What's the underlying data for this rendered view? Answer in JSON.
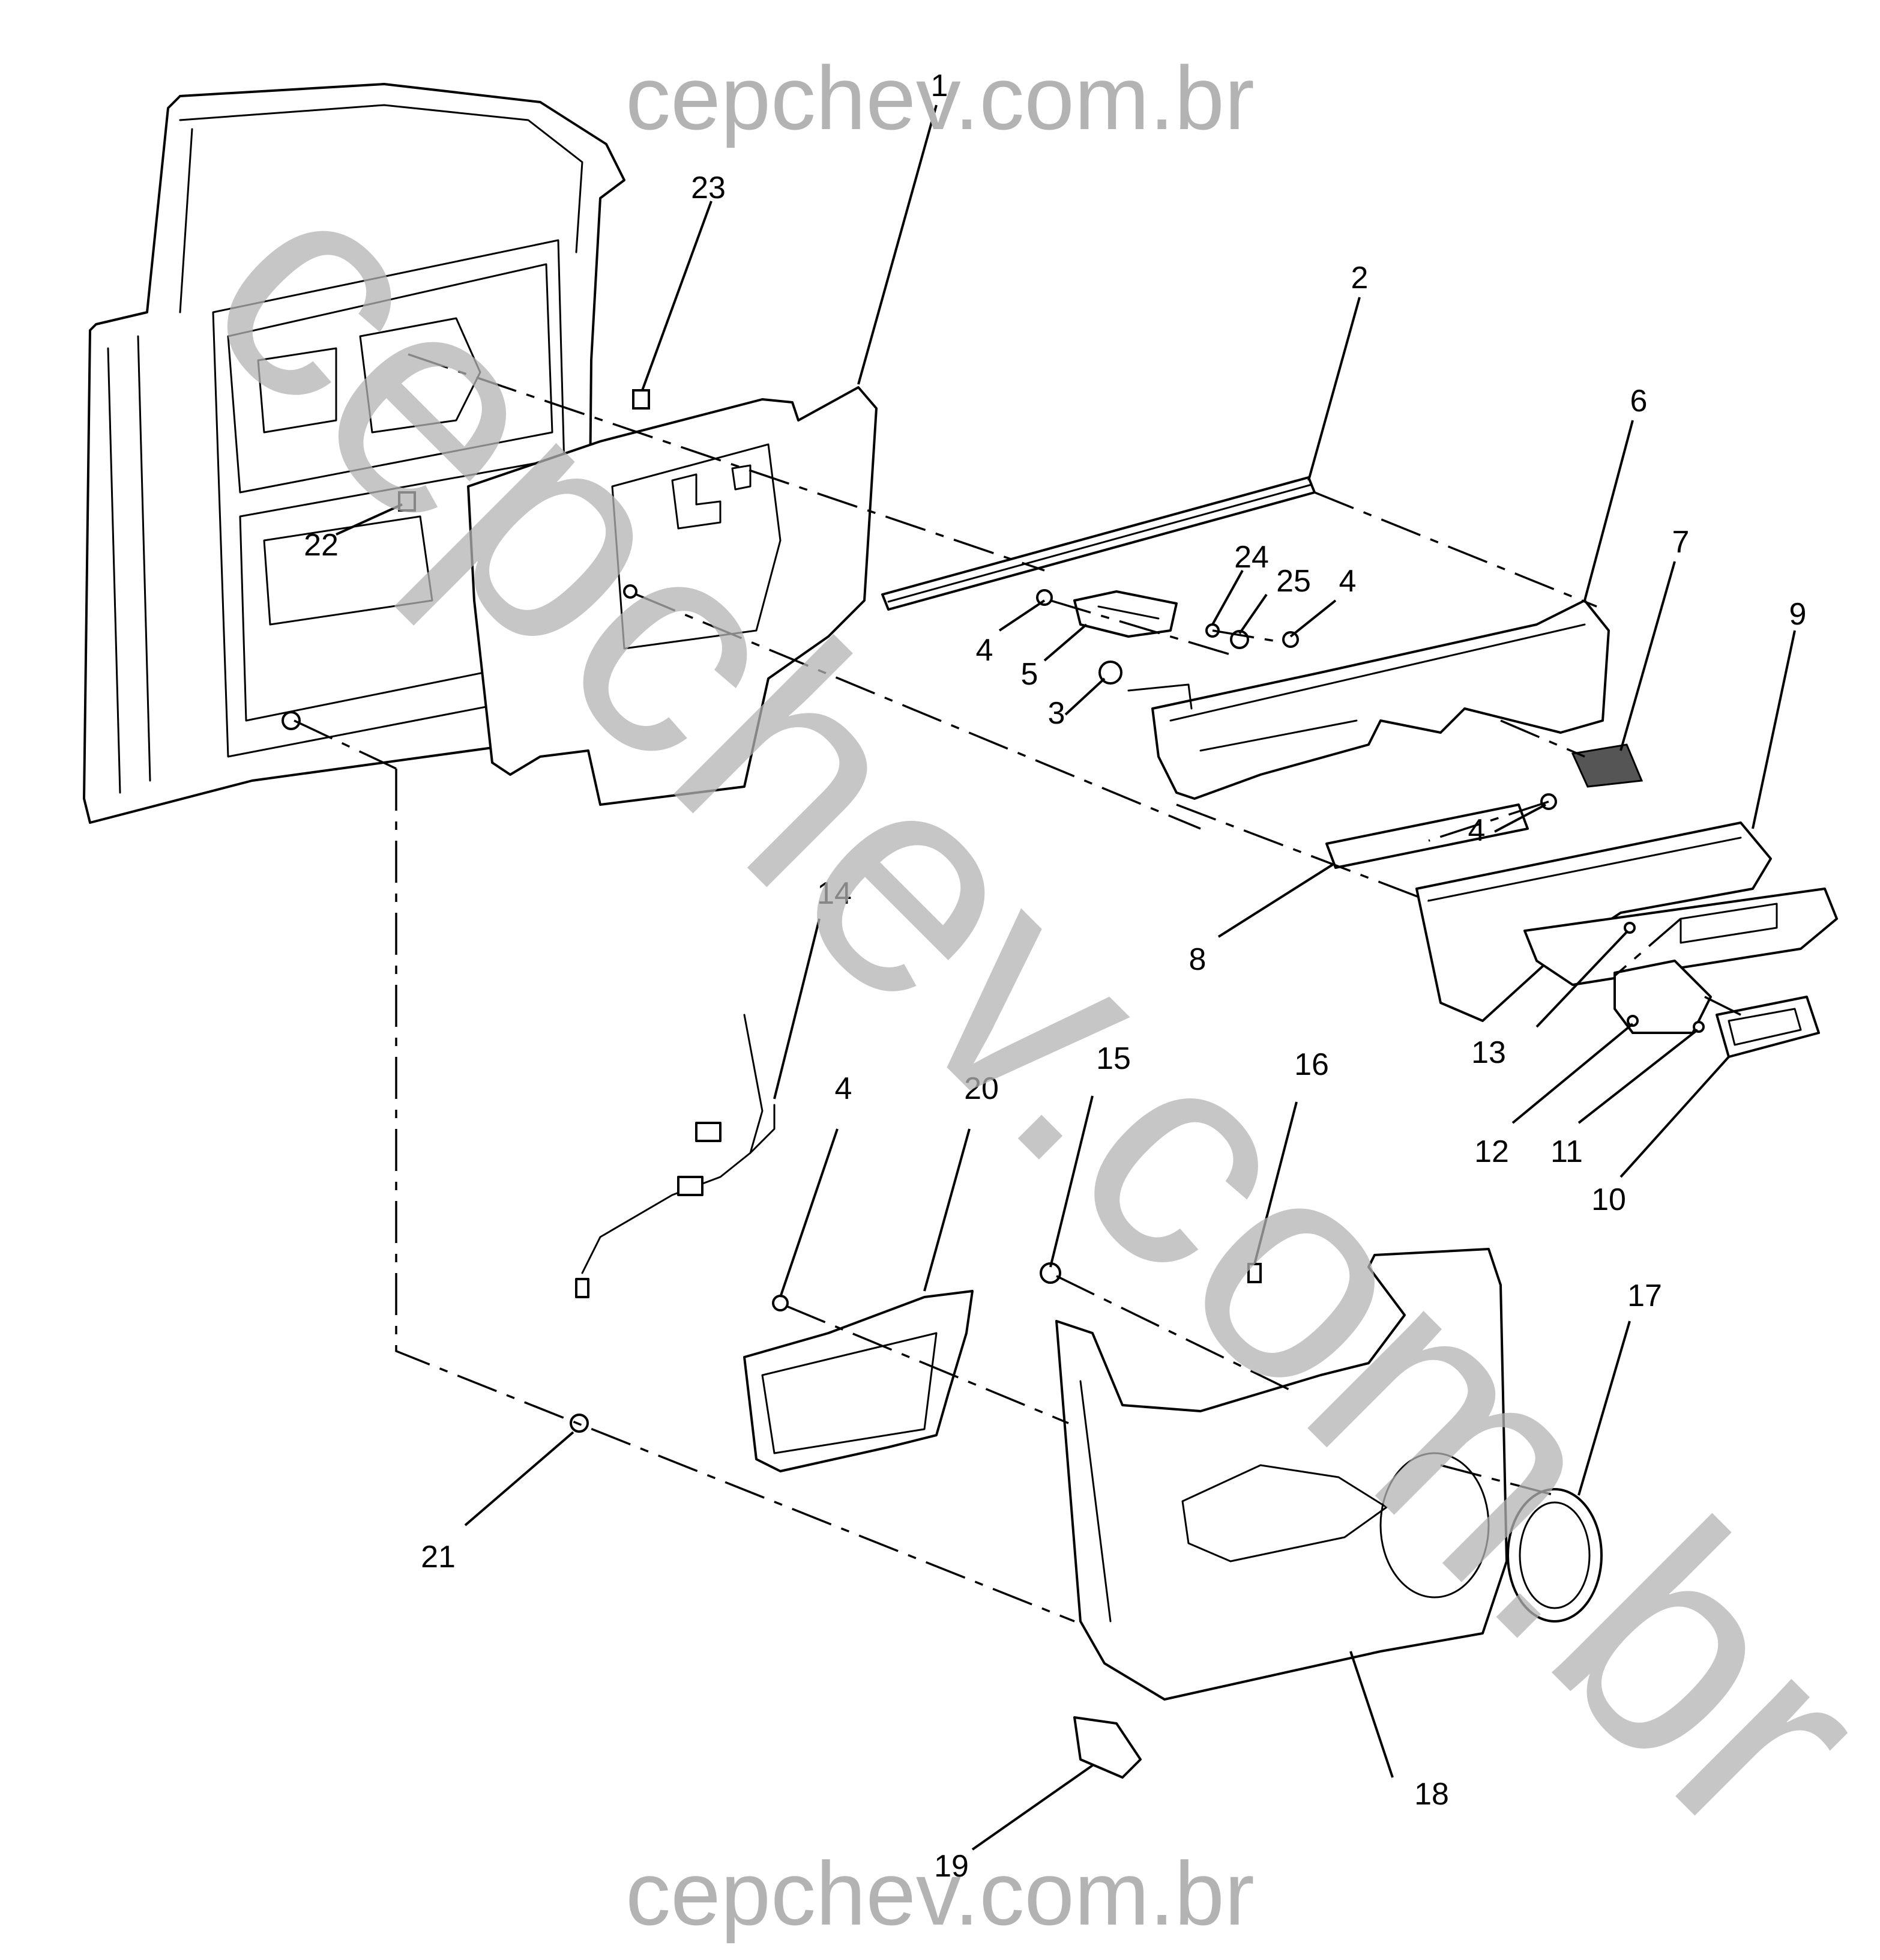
{
  "watermark": {
    "top": "cepchev.com.br",
    "bottom": "cepchev.com.br",
    "diagonal": "cepchev.com.br"
  },
  "callouts": {
    "c1": "1",
    "c2": "2",
    "c3": "3",
    "c4a": "4",
    "c4b": "4",
    "c4c": "4",
    "c4d": "4",
    "c5": "5",
    "c6": "6",
    "c7": "7",
    "c8": "8",
    "c9": "9",
    "c10": "10",
    "c11": "11",
    "c12": "12",
    "c13": "13",
    "c14": "14",
    "c15": "15",
    "c16": "16",
    "c17": "17",
    "c18": "18",
    "c19": "19",
    "c20": "20",
    "c21": "21",
    "c22": "22",
    "c23": "23",
    "c24": "24",
    "c25": "25"
  },
  "colors": {
    "line": "#000000",
    "watermark": "#b3b3b3",
    "background": "#ffffff"
  }
}
